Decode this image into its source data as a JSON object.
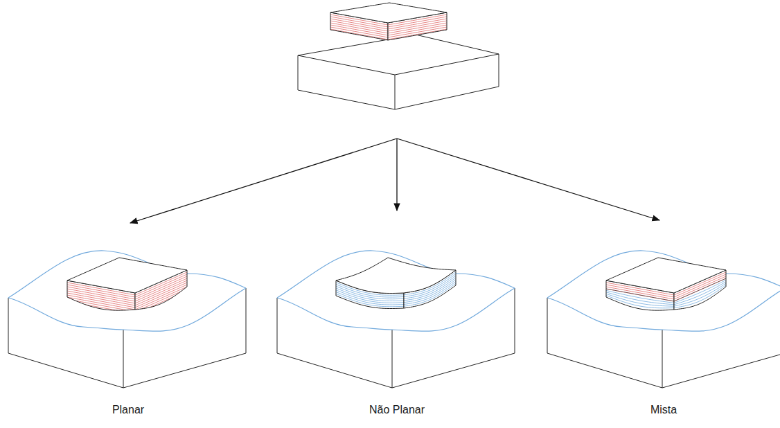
{
  "diagram": {
    "labels": [
      "Planar",
      "Não Planar",
      "Mista"
    ]
  }
}
